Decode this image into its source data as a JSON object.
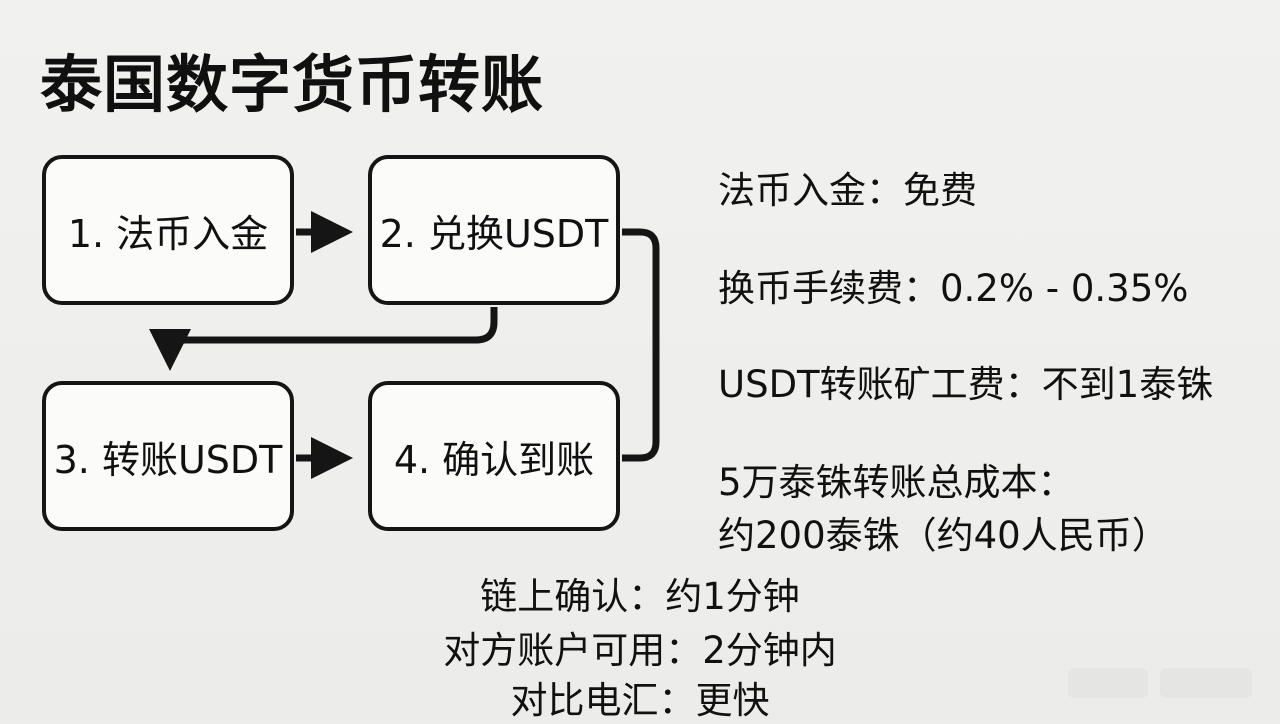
{
  "title": "泰国数字货币转账",
  "steps": [
    {
      "label": "1. 法币入金"
    },
    {
      "label": "2. 兑换USDT"
    },
    {
      "label": "3. 转账USDT"
    },
    {
      "label": "4. 确认到账"
    }
  ],
  "info": {
    "deposit_fee": "法币入金：免费",
    "exchange_fee": "换币手续费：0.2% - 0.35%",
    "network_fee": "USDT转账矿工费：不到1泰铢",
    "total_cost_line1": "5万泰铢转账总成本：",
    "total_cost_line2": "约200泰铢（约40人民币）"
  },
  "notes": {
    "confirm_time": "链上确认：约1分钟",
    "available_time": "对方账户可用：2分钟内",
    "comparison": "对比电汇：更快"
  },
  "colors": {
    "background": "#ededeb",
    "stroke": "#151515",
    "box_fill": "#fbfbfa",
    "text": "#111111"
  }
}
